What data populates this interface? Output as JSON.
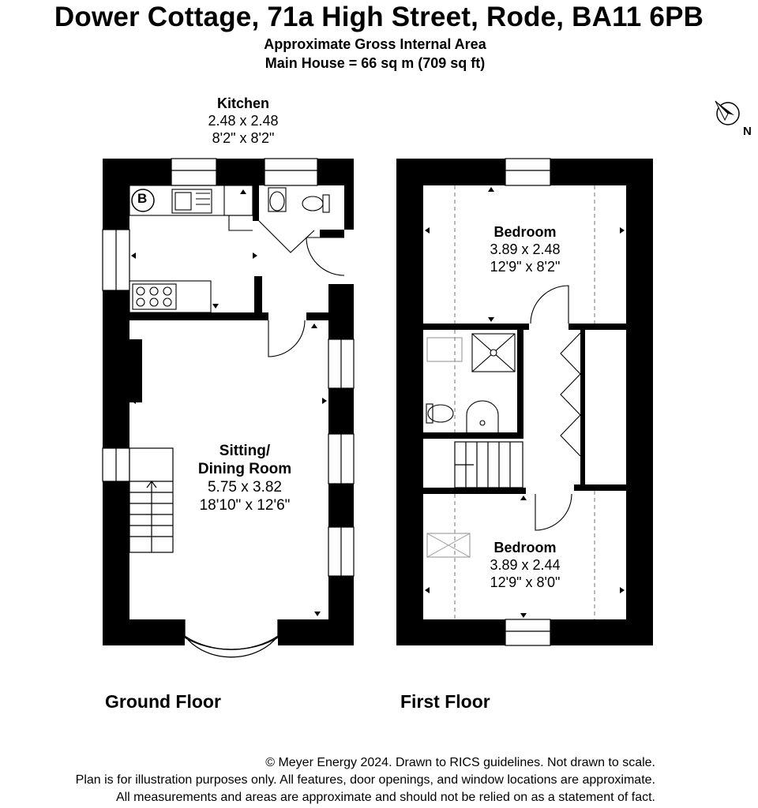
{
  "title": "Dower Cottage, 71a High Street, Rode, BA11 6PB",
  "area_heading": "Approximate Gross Internal Area",
  "area_main_house": "Main House = 66 sq m (709 sq ft)",
  "compass_label": "N",
  "boiler_label": "B",
  "rooms": {
    "kitchen": {
      "name": "Kitchen",
      "metric": "2.48 x 2.48",
      "imperial": "8'2\" x 8'2\""
    },
    "sitting": {
      "name_line1": "Sitting/",
      "name_line2": "Dining Room",
      "metric": "5.75 x 3.82",
      "imperial": "18'10\" x 12'6\""
    },
    "bedroom1": {
      "name": "Bedroom",
      "metric": "3.89 x 2.48",
      "imperial": "12'9\" x 8'2\""
    },
    "bedroom2": {
      "name": "Bedroom",
      "metric": "3.89 x 2.44",
      "imperial": "12'9\" x 8'0\""
    }
  },
  "floors": {
    "ground": "Ground Floor",
    "first": "First Floor"
  },
  "footer": {
    "line1": "© Meyer Energy 2024. Drawn to RICS guidelines.  Not drawn to scale.",
    "line2": "Plan is for illustration purposes only. All features, door openings, and window locations are approximate.",
    "line3": "All measurements and areas are approximate and should not be relied on as a statement of fact."
  }
}
